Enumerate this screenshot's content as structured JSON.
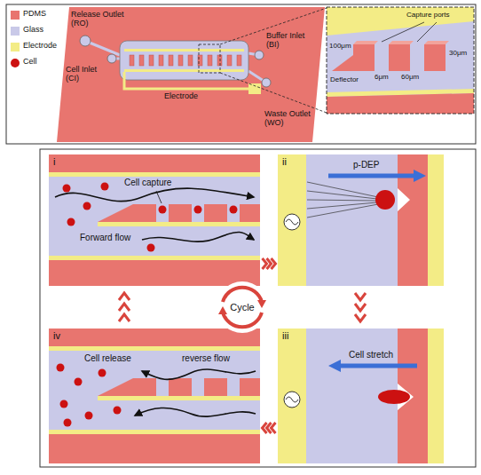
{
  "diagram": {
    "nodes": [
      {
        "text": [
          "i",
          "Cell capture",
          "Forward flow"
        ]
      },
      {
        "text": [
          "ii",
          "p-DEP"
        ]
      },
      {
        "text": [
          "iii",
          "Cell stretch"
        ]
      },
      {
        "text": [
          "iv",
          "Cell release",
          "reverse flow"
        ]
      },
      {
        "text": [
          "Cycle"
        ]
      }
    ],
    "edges": [
      {
        "from": 0,
        "to": 1,
        "arrow": "to"
      },
      {
        "from": 1,
        "to": 2,
        "arrow": "to"
      },
      {
        "from": 2,
        "to": 3,
        "arrow": "to"
      },
      {
        "from": 3,
        "to": 0,
        "arrow": "to"
      }
    ],
    "labels": [
      "Release Outlet (RO)",
      "Cell Inlet (CI)",
      "Electrode",
      "Buffer Inlet (BI)",
      "Waste Outlet (WO)",
      "Capture ports",
      "Deflector",
      "100μm",
      "60μm",
      "6μm",
      "30μm"
    ],
    "legend": [
      {
        "text": "PDMS",
        "color": "#e8756f"
      },
      {
        "text": "Glass",
        "color": "#c9c9e8"
      },
      {
        "text": "Electrode",
        "color": "#f3ec86"
      },
      {
        "text": "Cell",
        "color": "#cc1111"
      }
    ]
  }
}
